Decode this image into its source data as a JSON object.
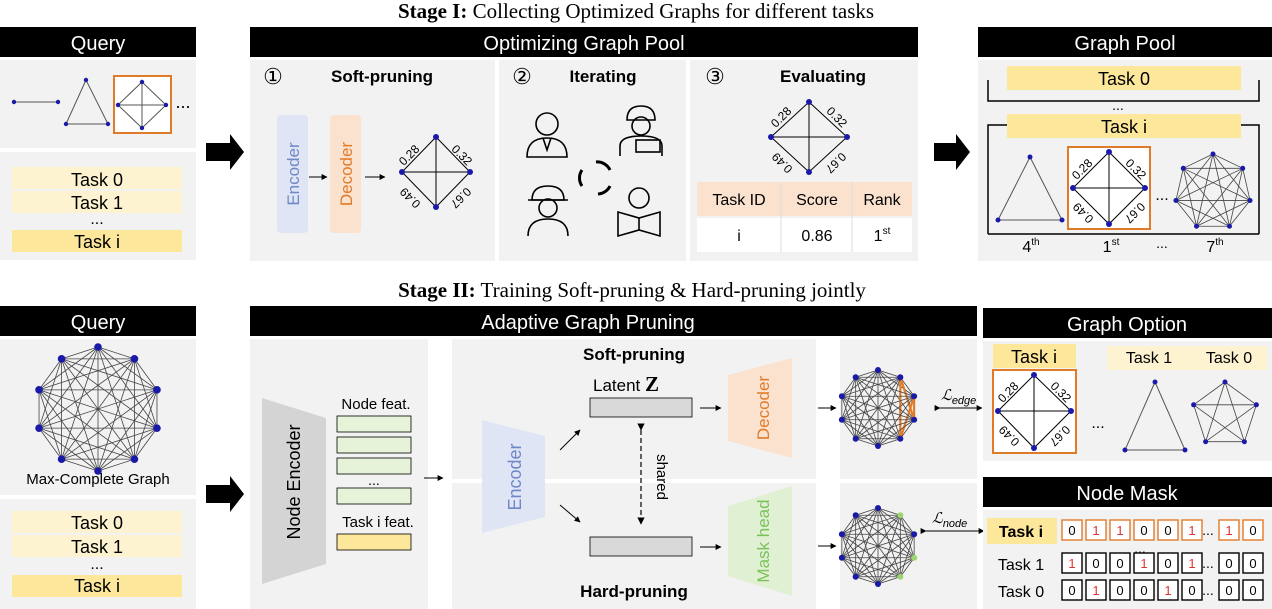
{
  "stage1": {
    "bold": "Stage I:",
    "text": " Collecting Optimized Graphs for different tasks"
  },
  "stage2": {
    "bold": "Stage II:",
    "text": " Training Soft-pruning & Hard-pruning jointly"
  },
  "query": {
    "title": "Query",
    "tasks": [
      "Task 0",
      "Task 1",
      "...",
      "Task i"
    ],
    "ellipsis": "...",
    "graph_label": "Max-Complete Graph"
  },
  "pool": {
    "title": "Optimizing Graph Pool",
    "step1": {
      "num": "①",
      "title": "Soft-pruning",
      "encoder": "Encoder",
      "decoder": "Decoder"
    },
    "step2": {
      "num": "②",
      "title": "Iterating"
    },
    "step3": {
      "num": "③",
      "title": "Evaluating"
    },
    "edge_weights": [
      "0.28",
      "0.32",
      "0.49",
      "0.67"
    ],
    "table": {
      "headers": [
        "Task ID",
        "Score",
        "Rank"
      ],
      "row": [
        "i",
        "0.86",
        "1",
        "st"
      ]
    }
  },
  "graph_pool": {
    "title": "Graph Pool",
    "task0": "Task 0",
    "task_i": "Task i",
    "dots": "...",
    "ranks": [
      [
        "4",
        "th"
      ],
      [
        "1",
        "st"
      ],
      [
        "7",
        "th"
      ]
    ]
  },
  "agp": {
    "title": "Adaptive Graph Pruning",
    "node_encoder": "Node Encoder",
    "node_feat": "Node feat.",
    "task_feat": "Task i feat.",
    "dots": "...",
    "soft": "Soft-pruning",
    "hard": "Hard-pruning",
    "latent": "Latent",
    "latent_z": "Z",
    "encoder": "Encoder",
    "decoder": "Decoder",
    "mask_head": "Mask head",
    "shared": "shared"
  },
  "option": {
    "title": "Graph Option",
    "task_i": "Task i",
    "task1": "Task 1",
    "task0": "Task 0",
    "dots": "...",
    "loss_edge": "ℒ",
    "loss_edge_sub": "edge",
    "loss_node": "ℒ",
    "loss_node_sub": "node"
  },
  "mask": {
    "title": "Node Mask",
    "rows": [
      {
        "label": "Task i",
        "bits": [
          "0",
          "1",
          "1",
          "0",
          "0",
          "1",
          "...",
          "1",
          "0"
        ]
      },
      {
        "label": "Task 1",
        "bits": [
          "1",
          "0",
          "0",
          "1",
          "0",
          "1",
          "...",
          "0",
          "0"
        ]
      },
      {
        "label": "Task 0",
        "bits": [
          "0",
          "1",
          "0",
          "0",
          "1",
          "0",
          "...",
          "0",
          "0"
        ]
      }
    ],
    "between": "..."
  },
  "colors": {
    "black": "#000000",
    "task_fill": "#fdf3d0",
    "task_fill_dark": "#fde79a",
    "encoder": "#dfe5f5",
    "decoder": "#fbe2cf",
    "mask_head": "#dff1d2",
    "orange": "#e07b2a",
    "node": "#1a1aa8",
    "green_node": "#9bd66d",
    "bar_green": "#e7f3d9",
    "gray_panel": "#f2f2f2"
  }
}
